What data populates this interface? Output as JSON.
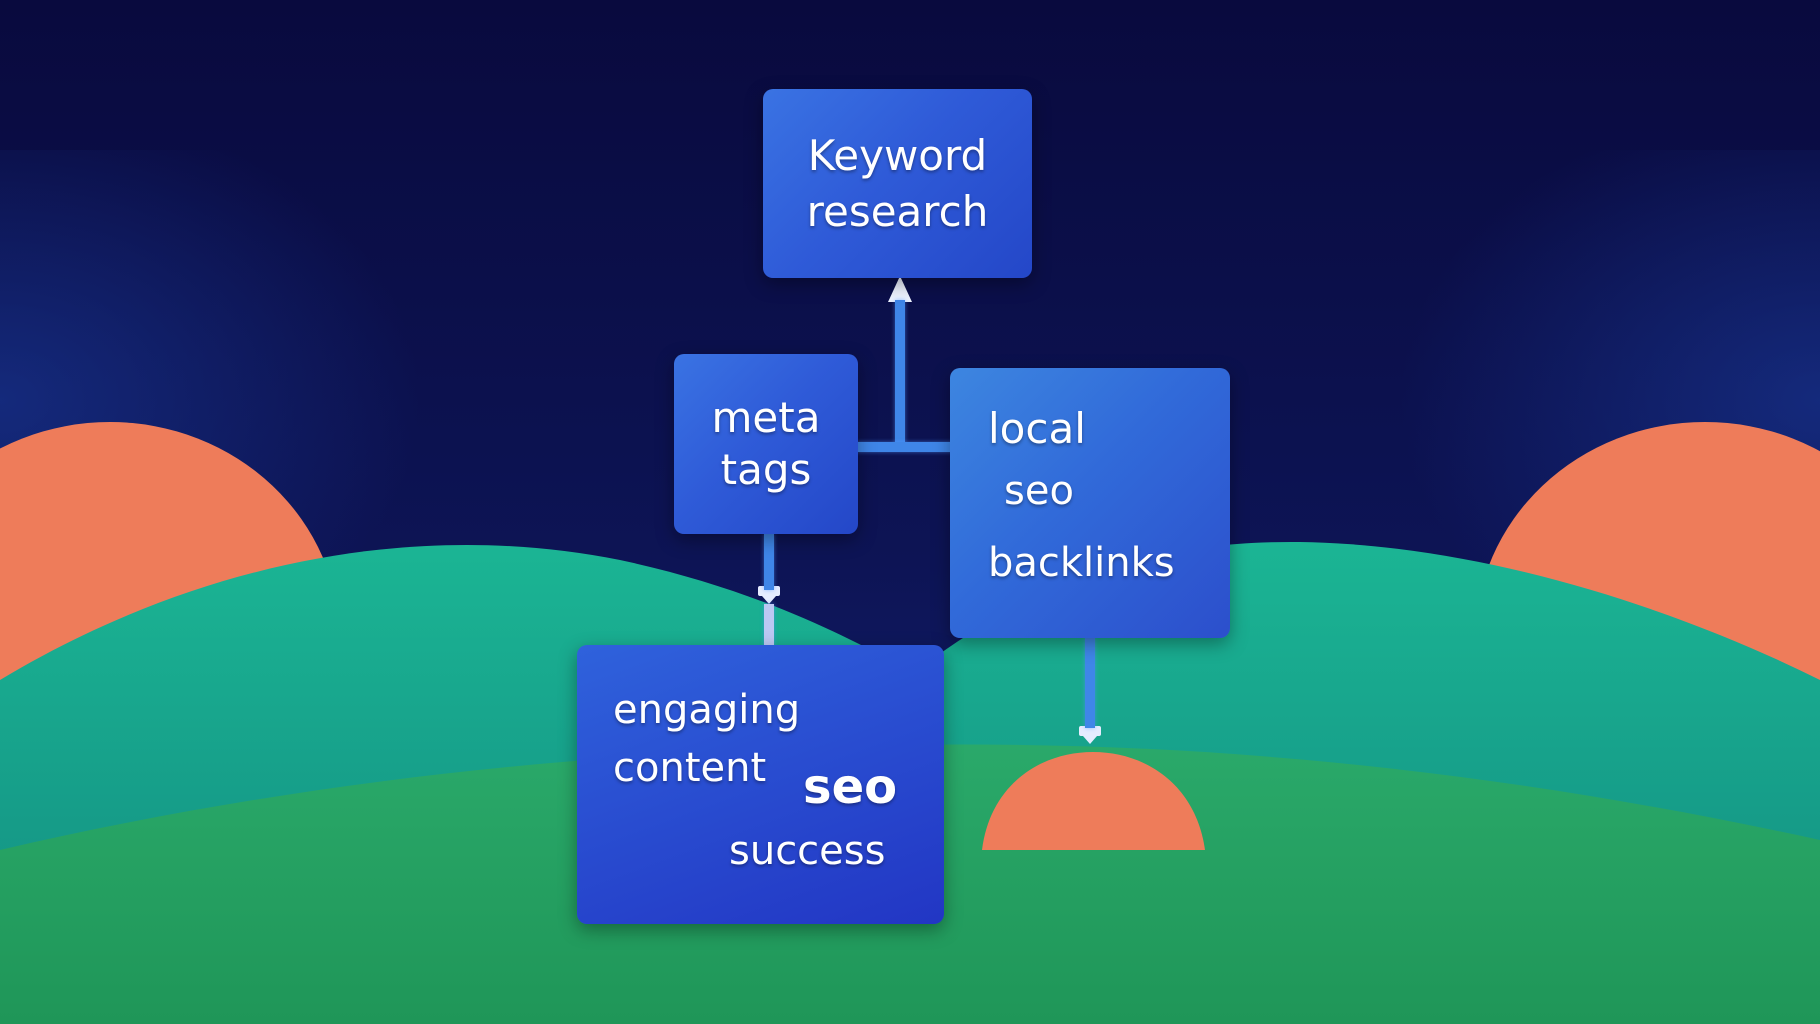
{
  "nodes": {
    "keyword_research": {
      "lines": [
        "Keyword",
        "research"
      ]
    },
    "meta_tags": {
      "lines": [
        "meta",
        "tags"
      ]
    },
    "local_seo_backlinks": {
      "lines": [
        "local",
        "seo",
        "backlinks"
      ]
    },
    "seo_success": {
      "words": [
        "engaging",
        "content",
        "seo",
        "success"
      ]
    }
  },
  "colors": {
    "sky": "#0b0d45",
    "node_blue": "#2f5bd8",
    "hill_teal": "#17a48a",
    "hill_green": "#26a15f",
    "sun_orange": "#ef7f5c",
    "connector": "#3f86e8"
  }
}
